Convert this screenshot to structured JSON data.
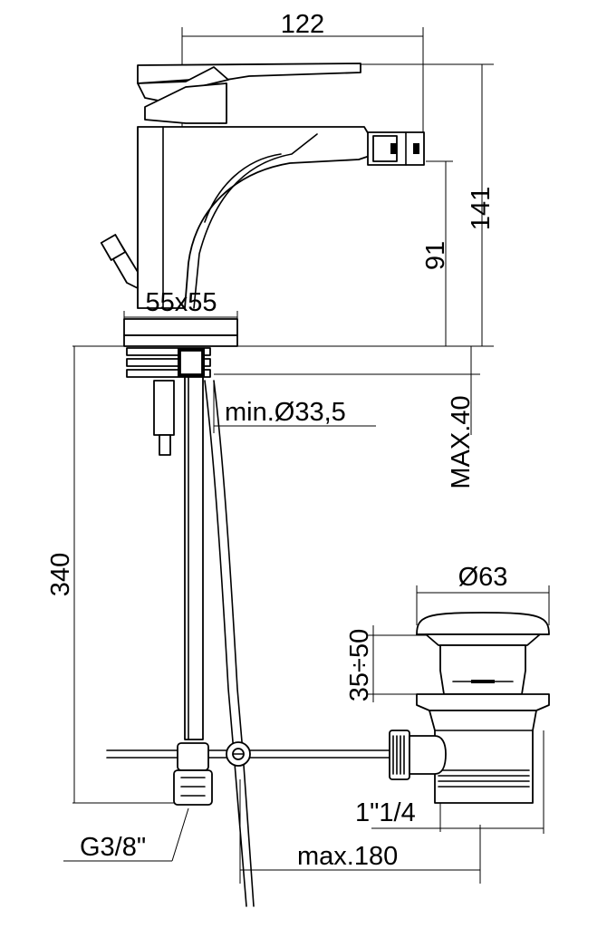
{
  "dimensions": {
    "width_total": "122",
    "height_total": "141",
    "spout_height": "91",
    "base_size": "55x55",
    "hole_diameter": "min.Ø33,5",
    "max_deck": "MAX.40",
    "hose_length": "340",
    "waste_diameter": "Ø63",
    "waste_height": "35÷50",
    "waste_thread": "1\"1/4",
    "max_lever": "max.180",
    "connection": "G3/8\""
  }
}
